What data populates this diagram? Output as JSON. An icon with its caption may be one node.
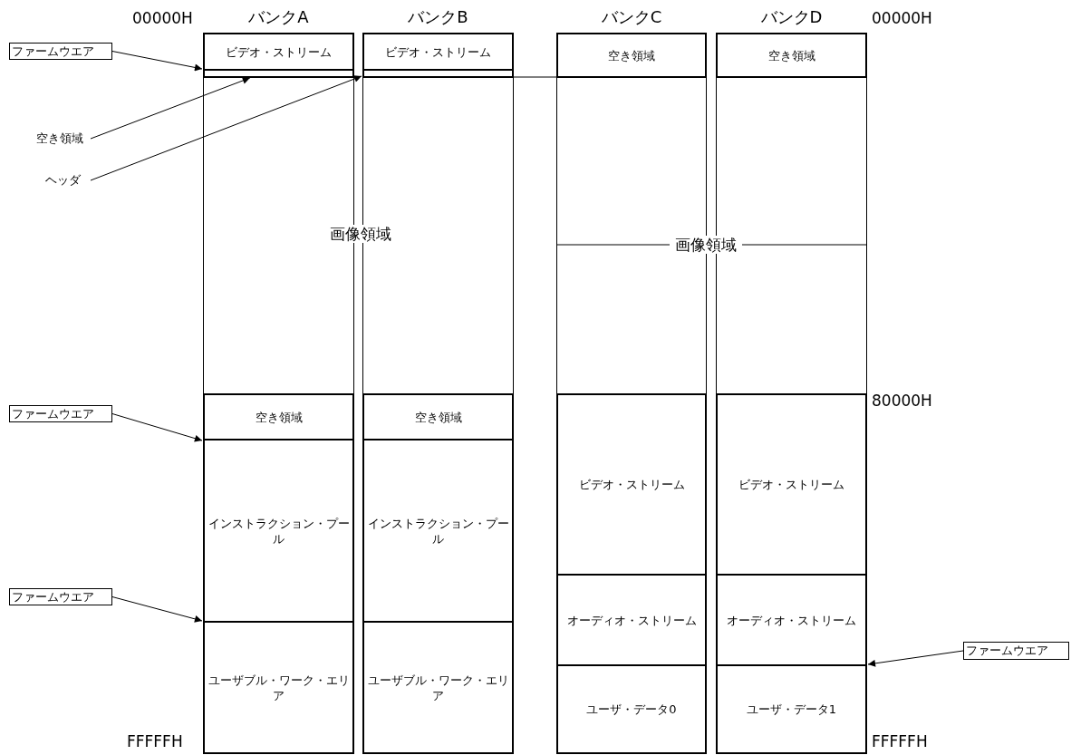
{
  "diagram": {
    "nodes": [
      {
        "text": [
          "ファームウエア"
        ]
      },
      {
        "text": [
          "空き領域"
        ]
      },
      {
        "text": [
          "ヘッダ"
        ]
      },
      {
        "text": [
          "ファームウエア"
        ]
      },
      {
        "text": [
          "ファームウエア"
        ]
      },
      {
        "text": [
          "バンクA"
        ]
      },
      {
        "text": [
          "ビデオ・ストリーム"
        ],
        "in": 5
      },
      {
        "text": [],
        "shape": "box",
        "in": 5
      },
      {
        "text": [
          "空き領域"
        ],
        "in": 5
      },
      {
        "text": [
          "インストラクション・プール"
        ],
        "in": 5
      },
      {
        "text": [
          "ユーザブル・ワーク・エリア"
        ],
        "in": 5
      },
      {
        "text": [
          "バンクB"
        ]
      },
      {
        "text": [
          "ビデオ・ストリーム"
        ],
        "in": 11
      },
      {
        "text": [],
        "shape": "box",
        "in": 11
      },
      {
        "text": [
          "空き領域"
        ],
        "in": 11
      },
      {
        "text": [
          "インストラクション・プール"
        ],
        "in": 11
      },
      {
        "text": [
          "ユーザブル・ワーク・エリア"
        ],
        "in": 11
      },
      {
        "text": [
          "バンクC"
        ]
      },
      {
        "text": [
          "空き領域"
        ],
        "in": 17
      },
      {
        "text": [
          "ビデオ・ストリーム"
        ],
        "in": 17
      },
      {
        "text": [
          "オーディオ・ストリーム"
        ],
        "in": 17
      },
      {
        "text": [
          "ユーザ・データ0"
        ],
        "in": 17
      },
      {
        "text": [
          "バンクD"
        ]
      },
      {
        "text": [
          "空き領域"
        ],
        "in": 22
      },
      {
        "text": [
          "ビデオ・ストリーム"
        ],
        "in": 22
      },
      {
        "text": [
          "オーディオ・ストリーム"
        ],
        "in": 22
      },
      {
        "text": [
          "ユーザ・データ1"
        ],
        "in": 22
      },
      {
        "text": [
          "ファームウエア"
        ]
      }
    ],
    "edges": [
      {
        "from": 0,
        "to": 7,
        "arrow": "to"
      },
      {
        "from": 1,
        "to": 7,
        "arrow": "to"
      },
      {
        "from": 2,
        "to": 13,
        "arrow": "to"
      },
      {
        "from": 3,
        "to": 8,
        "arrow": "to"
      },
      {
        "from": 4,
        "to": 10,
        "arrow": "to"
      },
      {
        "from": 27,
        "to": 26,
        "arrow": "to"
      }
    ],
    "labels": [
      "00000H",
      "00000H",
      "画像領域",
      "画像領域",
      "80000H",
      "FFFFFH",
      "FFFFFH"
    ]
  }
}
